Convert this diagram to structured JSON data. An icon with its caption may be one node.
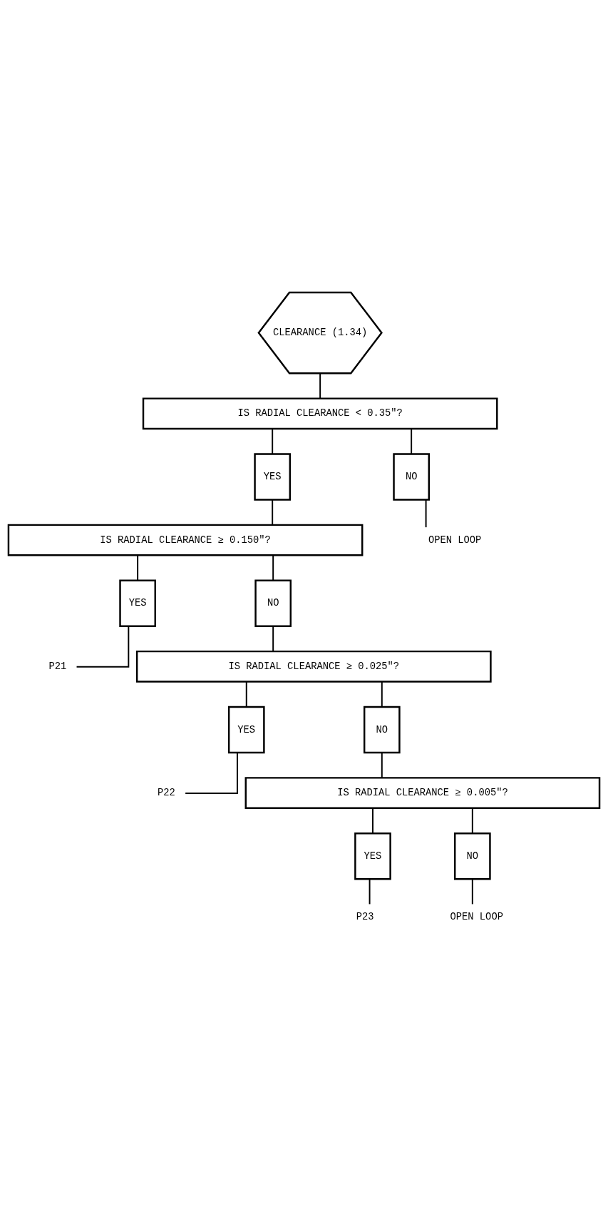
{
  "diagram": {
    "nodes": [
      {
        "text": [
          "CLEARANCE (1.34)"
        ]
      },
      {
        "text": [
          "IS RADIAL CLEARANCE < 0.35\"?"
        ]
      },
      {
        "text": [
          "YES"
        ]
      },
      {
        "text": [
          "NO"
        ]
      },
      {
        "text": [
          "OPEN LOOP"
        ]
      },
      {
        "text": [
          "IS RADIAL CLEARANCE ≥ 0.150\"?"
        ]
      },
      {
        "text": [
          "YES"
        ]
      },
      {
        "text": [
          "NO"
        ]
      },
      {
        "text": [
          "P21"
        ]
      },
      {
        "text": [
          "IS RADIAL CLEARANCE ≥ 0.025\"?"
        ]
      },
      {
        "text": [
          "YES"
        ]
      },
      {
        "text": [
          "NO"
        ]
      },
      {
        "text": [
          "P22"
        ]
      },
      {
        "text": [
          "IS RADIAL CLEARANCE ≥ 0.005\"?"
        ]
      },
      {
        "text": [
          "YES"
        ]
      },
      {
        "text": [
          "NO"
        ]
      },
      {
        "text": [
          "P23"
        ]
      },
      {
        "text": [
          "OPEN LOOP"
        ]
      }
    ],
    "edges": [
      {
        "from": 0,
        "to": 1,
        "arrow": "none"
      },
      {
        "from": 1,
        "to": 2,
        "arrow": "none"
      },
      {
        "from": 1,
        "to": 3,
        "arrow": "none"
      },
      {
        "from": 3,
        "to": 4,
        "arrow": "none"
      },
      {
        "from": 2,
        "to": 5,
        "arrow": "none"
      },
      {
        "from": 5,
        "to": 6,
        "arrow": "none"
      },
      {
        "from": 5,
        "to": 7,
        "arrow": "none"
      },
      {
        "from": 6,
        "to": 8,
        "arrow": "none"
      },
      {
        "from": 7,
        "to": 9,
        "arrow": "none"
      },
      {
        "from": 9,
        "to": 10,
        "arrow": "none"
      },
      {
        "from": 9,
        "to": 11,
        "arrow": "none"
      },
      {
        "from": 10,
        "to": 12,
        "arrow": "none"
      },
      {
        "from": 11,
        "to": 13,
        "arrow": "none"
      },
      {
        "from": 13,
        "to": 14,
        "arrow": "none"
      },
      {
        "from": 13,
        "to": 15,
        "arrow": "none"
      },
      {
        "from": 14,
        "to": 16,
        "arrow": "none"
      },
      {
        "from": 15,
        "to": 17,
        "arrow": "none"
      }
    ]
  }
}
